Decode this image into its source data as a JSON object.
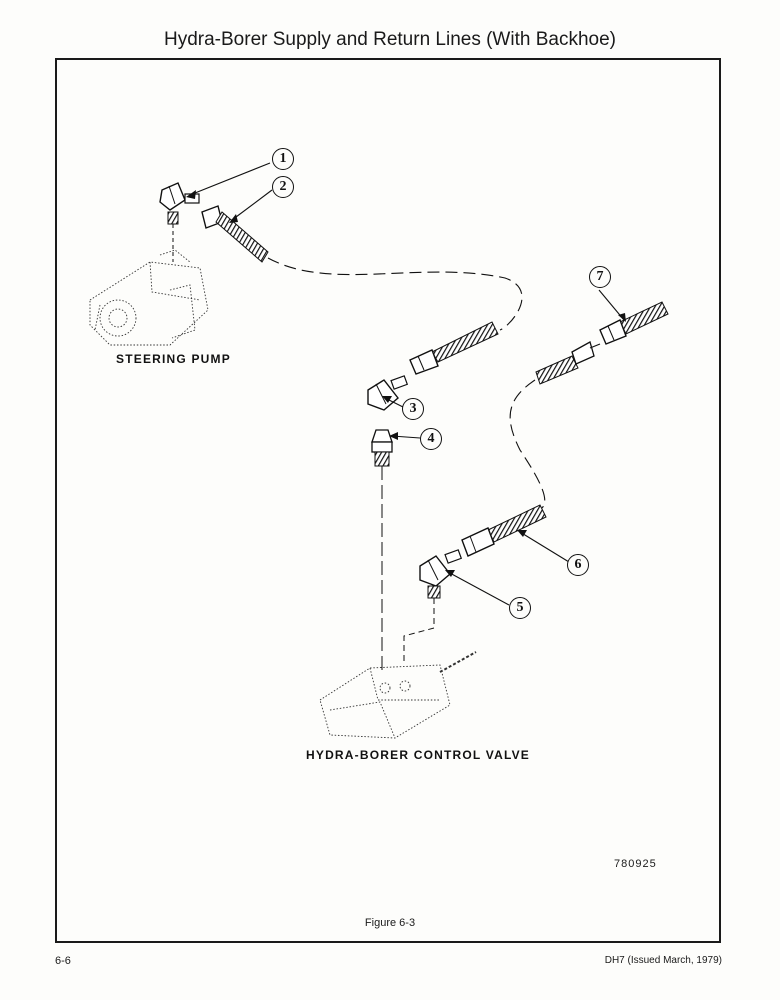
{
  "page": {
    "title": "Hydra-Borer Supply and Return Lines (With Backhoe)",
    "figure_caption": "Figure 6-3",
    "page_number": "6-6",
    "document_ref": "DH7 (Issued March, 1979)",
    "drawing_number": "780925"
  },
  "diagram": {
    "labels": {
      "steering_pump": "STEERING PUMP",
      "control_valve": "HYDRA-BORER CONTROL VALVE"
    },
    "callouts": [
      "1",
      "2",
      "3",
      "4",
      "5",
      "6",
      "7"
    ]
  }
}
